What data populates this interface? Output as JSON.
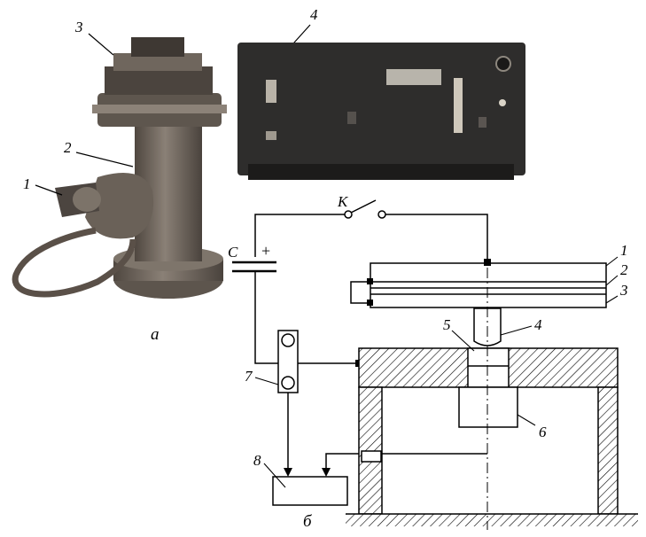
{
  "photo_labels": {
    "pipe_end": "1",
    "body": "2",
    "top": "3",
    "device": "4",
    "caption": "a"
  },
  "schematic": {
    "switch_label": "K",
    "capacitor_label": "C",
    "plus_sign": "+",
    "layer_1": "1",
    "layer_2": "2",
    "layer_3": "3",
    "punch_4": "4",
    "insert_5": "5",
    "block_6": "6",
    "sensor_7": "7",
    "recorder_8": "8",
    "caption": "б"
  },
  "colors": {
    "line": "#000000",
    "photo_metal": "#6b6259",
    "device_case": "#2e2d2c"
  }
}
